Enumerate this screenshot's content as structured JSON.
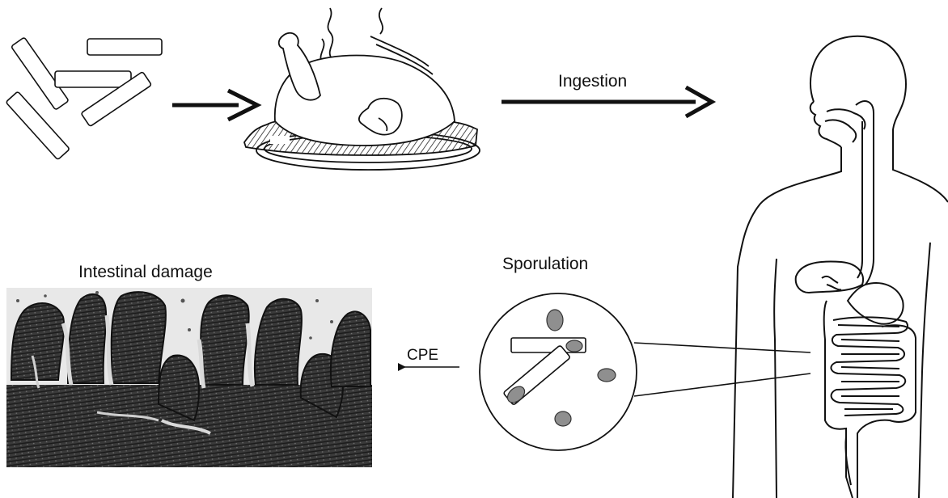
{
  "labels": {
    "ingestion": "Ingestion",
    "sporulation": "Sporulation",
    "intestinal_damage": "Intestinal damage",
    "cpe": "CPE"
  },
  "colors": {
    "ink": "#111111",
    "spore_fill": "#8f8f8f",
    "tissue_dark": "#2b2b2b",
    "tissue_light": "#d9d9d9"
  }
}
